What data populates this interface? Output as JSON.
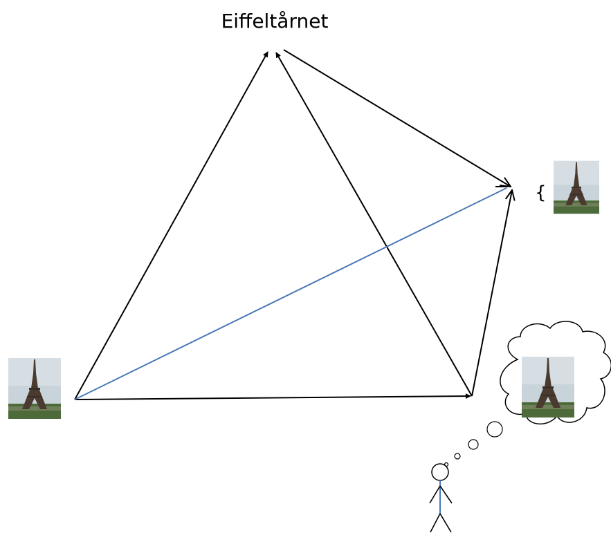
{
  "diagram": {
    "title": "Eiffeltårnet",
    "brace": "{",
    "images": [
      {
        "id": "photo-left",
        "label": "eiffel-tower-photo"
      },
      {
        "id": "photo-right",
        "label": "eiffel-tower-photo"
      },
      {
        "id": "photo-thought",
        "label": "eiffel-tower-photo"
      }
    ],
    "colors": {
      "black_edges": "#000000",
      "blue_edge": "#4a78b5",
      "sky": "#c9d3da",
      "tower": "#4a3a30",
      "grass": "#4d6b3a"
    }
  }
}
